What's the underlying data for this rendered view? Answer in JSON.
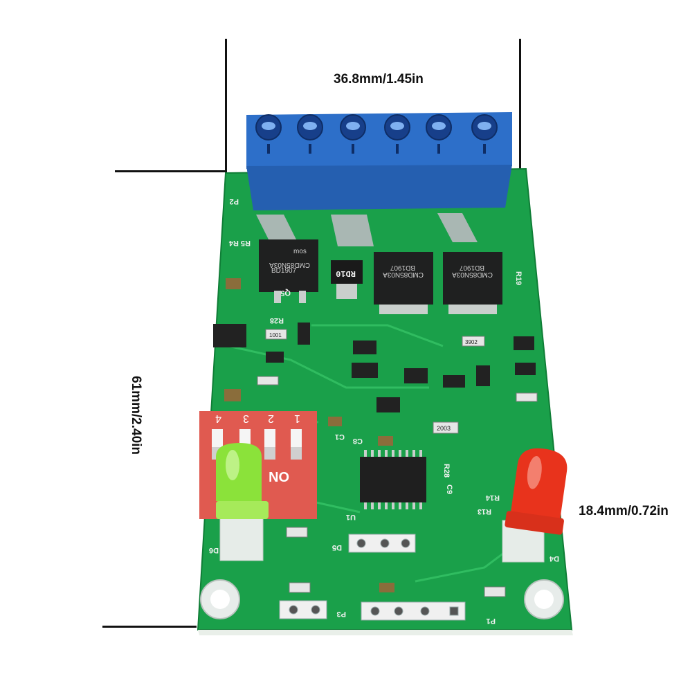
{
  "dimensions": {
    "width_label": "36.8mm/1.45in",
    "length_label": "61mm/2.40in",
    "led_label": "18.4mm/0.72in"
  },
  "components": {
    "mosfet_marking": "CMD85N03A",
    "mosfet_date": "BD1907",
    "mosfet_brand": "mos",
    "diode_marking": "RD10",
    "resistor_code_1": "2003",
    "resistor_code_2": "1001",
    "resistor_code_3": "3902",
    "dip_switch_on": "ON",
    "dip_switch_numbers": [
      "4",
      "3",
      "2",
      "1"
    ]
  },
  "silkscreen": {
    "connector_label": "P2",
    "header_left": "P3",
    "header_right": "P1",
    "led_left": "D6",
    "led_right": "D4",
    "ic_label": "U1",
    "diode_label": "D5",
    "q5": "Q5",
    "r5r4": "R5 R4",
    "r19": "R19",
    "r28": "R28",
    "r13": "R13",
    "r14": "R14",
    "c1": "C1",
    "c8": "C8",
    "c9": "C9"
  },
  "colors": {
    "pcb_green": "#1aa04a",
    "terminal_blue": "#2d6fc9",
    "led_green": "#8be23a",
    "led_red": "#e8331c",
    "dip_red": "#e05a50"
  }
}
